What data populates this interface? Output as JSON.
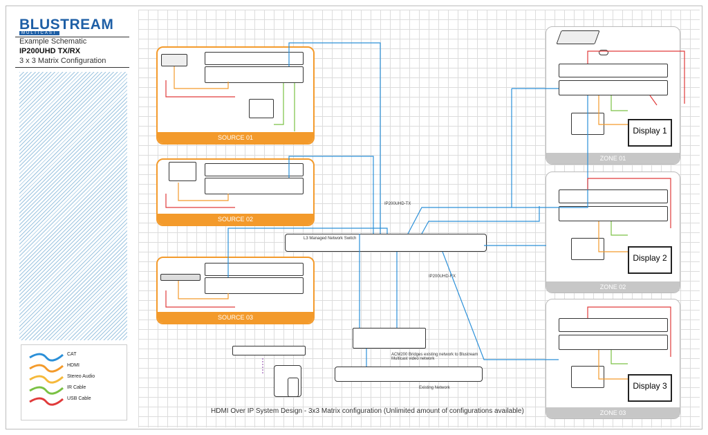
{
  "brand": {
    "name": "BLUSTREAM",
    "tagline": "MULTICAST"
  },
  "title": {
    "line1": "Example Schematic",
    "line2": "IP200UHD TX/RX",
    "line3": "3 x 3 Matrix Configuration"
  },
  "legend": [
    {
      "label": "CAT",
      "color": "#2a8fd8"
    },
    {
      "label": "HDMI",
      "color": "#f39a2b"
    },
    {
      "label": "Stereo Audio",
      "color": "#f5b93a"
    },
    {
      "label": "IR Cable",
      "color": "#7ac143"
    },
    {
      "label": "USB Cable",
      "color": "#e03a3a"
    }
  ],
  "sources": [
    {
      "label": "SOURCE 01"
    },
    {
      "label": "SOURCE 02"
    },
    {
      "label": "SOURCE 03"
    }
  ],
  "zones": [
    {
      "label": "ZONE 01",
      "display": "Display 1"
    },
    {
      "label": "ZONE 02",
      "display": "Display 2"
    },
    {
      "label": "ZONE 03",
      "display": "Display 3"
    }
  ],
  "switch": {
    "label": "L3 Managed Network Switch",
    "tx_label": "IP200UHD-TX",
    "rx_label": "IP200UHD-RX"
  },
  "acm": {
    "note": "ACM200 Bridges existing network to Blustream Multicast video network"
  },
  "existing_network": {
    "label": "Existing Network"
  },
  "caption": "HDMI Over IP System Design - 3x3 Matrix configuration (Unlimited amount of configurations available)"
}
